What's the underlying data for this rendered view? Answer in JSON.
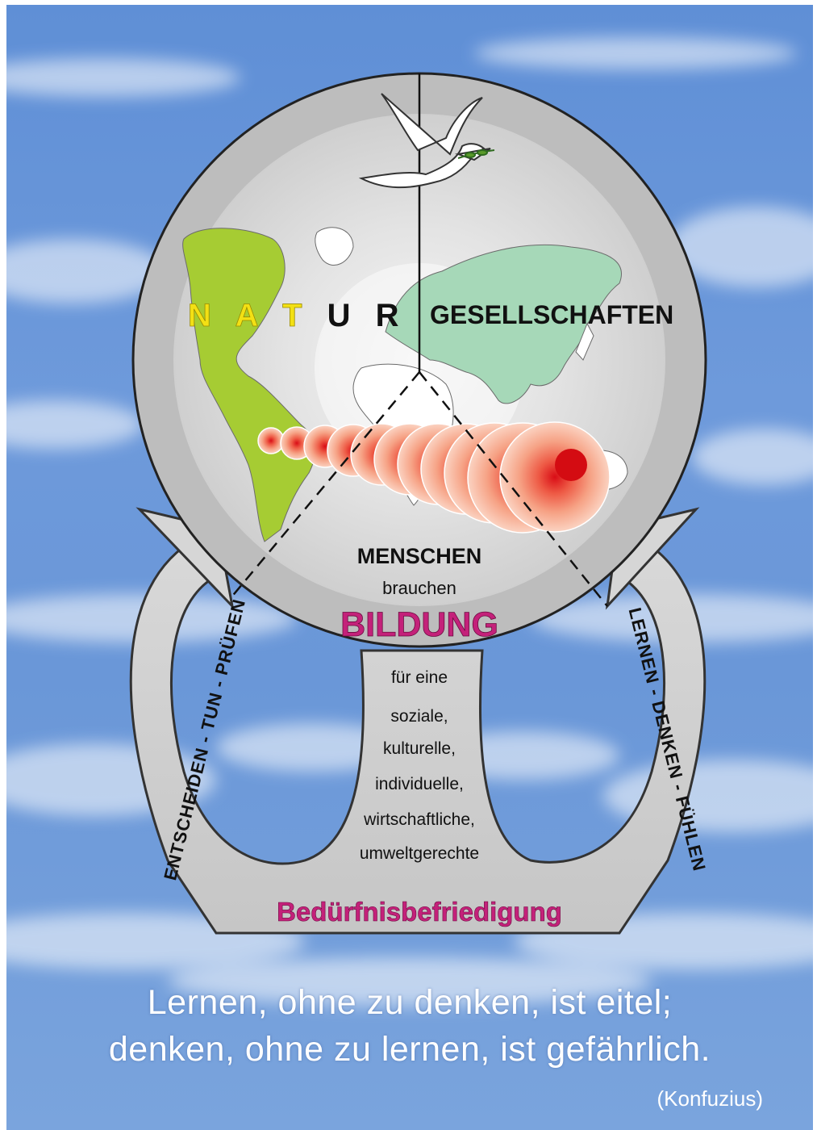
{
  "diagram": {
    "natur_letters": [
      "N",
      "A",
      "T",
      "U",
      "R"
    ],
    "gesellschaften": "GESELLSCHAFTEN",
    "menschen": "MENSCHEN",
    "brauchen": "brauchen",
    "bildung": "BILDUNG",
    "purposes": [
      "für eine",
      "soziale,",
      "kulturelle,",
      "individuelle,",
      "wirtschaftliche,",
      "umweltgerechte"
    ],
    "bottom_label": "Bedürfnisbefriedigung",
    "left_loop": "ENTSCHEIDEN - TUN - PRÜFEN",
    "right_loop": "LERNEN - DENKEN - FÜHLEN",
    "colors": {
      "sky": "#6a97d8",
      "outer_ring": "#b9b9b9",
      "inner_globe": "#e6e6e6",
      "americas": "#a6cc33",
      "eurasia": "#a6d8b8",
      "magenta": "#c4217a",
      "natur_yellow": "#f3e014"
    },
    "icons": [
      "dove-icon",
      "world-map",
      "heat-waves"
    ]
  },
  "quote": {
    "line1": "Lernen, ohne zu denken, ist eitel;",
    "line2": "denken, ohne zu lernen, ist gefährlich.",
    "author": "(Konfuzius)"
  }
}
